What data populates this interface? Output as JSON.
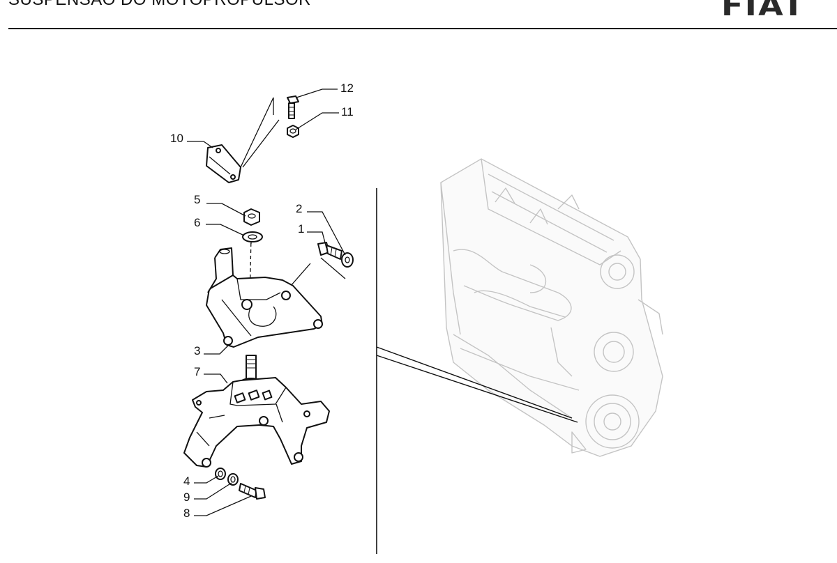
{
  "header": {
    "title": "SUSPENSÃO DO MOTOPROPULSOR",
    "logo_text": "FIAT"
  },
  "callouts": {
    "n1": "1",
    "n2": "2",
    "n3": "3",
    "n4": "4",
    "n5": "5",
    "n6": "6",
    "n7": "7",
    "n8": "8",
    "n9": "9",
    "n10": "10",
    "n11": "11",
    "n12": "12"
  },
  "colors": {
    "line": "#111111",
    "ghost_engine": "#c4c4c4",
    "background": "#ffffff"
  }
}
